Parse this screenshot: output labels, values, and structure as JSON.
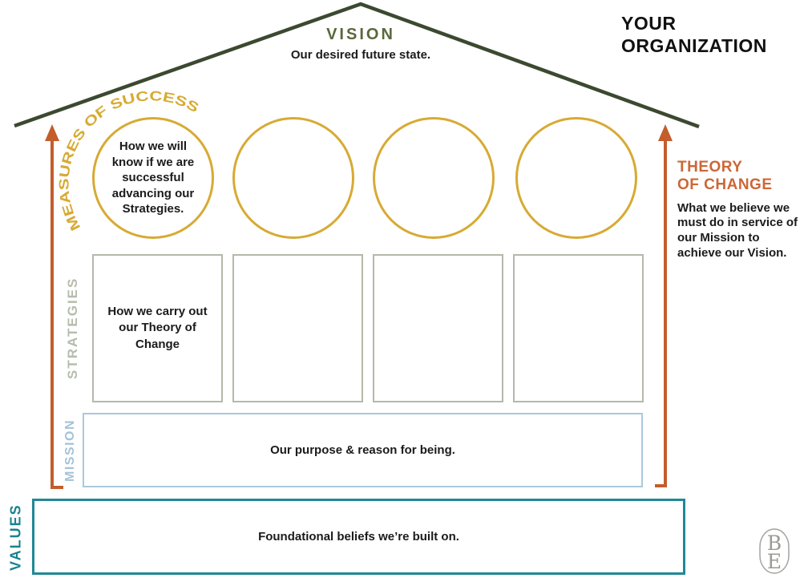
{
  "palette": {
    "gold": "#d7aa33",
    "roof_green": "#3c4930",
    "vision_green": "#5a683c",
    "arrow_orange": "#c35d2c",
    "theory_orange": "#cd6737",
    "strategy_gray": "#b3b9a9",
    "mission_blue": "#abc8db",
    "values_teal": "#1f8997",
    "text_black": "#1b1b1b",
    "logo_gray": "#9b9b95"
  },
  "organization": {
    "name_line1": "YOUR",
    "name_line2": "ORGANIZATION"
  },
  "vision": {
    "label": "VISION",
    "description": "Our desired future state."
  },
  "measures_of_success": {
    "arc_label": "MEASURES OF SUCCESS",
    "circles": [
      {
        "text": "How we will know if we are successful advancing our Strategies."
      },
      {
        "text": ""
      },
      {
        "text": ""
      },
      {
        "text": ""
      }
    ]
  },
  "theory_of_change": {
    "label_line1": "THEORY",
    "label_line2": "OF CHANGE",
    "description": "What we believe we must do in service of our Mission to achieve our Vision."
  },
  "strategies": {
    "label": "STRATEGIES",
    "boxes": [
      {
        "text": "How we carry out our Theory of Change"
      },
      {
        "text": ""
      },
      {
        "text": ""
      },
      {
        "text": ""
      }
    ]
  },
  "mission": {
    "label": "MISSION",
    "text": "Our purpose & reason for being."
  },
  "values": {
    "label": "VALUES",
    "text": "Foundational beliefs we’re built on."
  },
  "logo": {
    "letter_top": "B",
    "letter_bottom": "E"
  }
}
